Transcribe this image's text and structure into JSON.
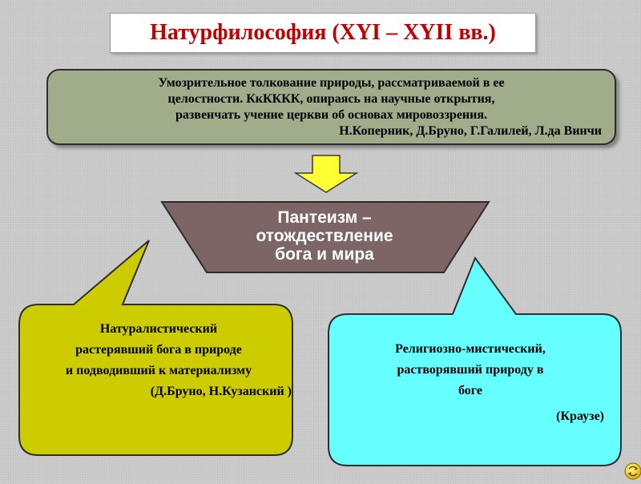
{
  "title": "Натурфилософия (XYI – XYII вв.)",
  "definition": {
    "lines": [
      "Умозрительное толкование природы, рассматриваемой в ее",
      "целостности. КкКККК, опираясь на научные открытия,",
      "развенчать учение церкви об основах мировоззрения."
    ],
    "authors": "Н.Коперник, Д.Бруно, Г.Галилей, Л.да Винчи"
  },
  "center": {
    "lines": [
      "Пантеизм –",
      "отождествление",
      "бога и мира"
    ]
  },
  "left_branch": {
    "lines": [
      "Натуралистический",
      "растерявший бога в природе",
      "и подводивший к материализму"
    ],
    "citation": "(Д.Бруно, Н.Кузанский )"
  },
  "right_branch": {
    "lines": [
      "Религиозно-мистический,",
      "растворявший природу в",
      "боге"
    ],
    "citation": "(Краузе)"
  },
  "colors": {
    "title_text": "#c00000",
    "definition_fill": "#a0ac8a",
    "arrow_fill": "#ffff33",
    "center_fill": "#7d6565",
    "left_fill": "#cccc00",
    "right_fill": "#66ffff"
  },
  "nav_icon": "next-slide-icon"
}
